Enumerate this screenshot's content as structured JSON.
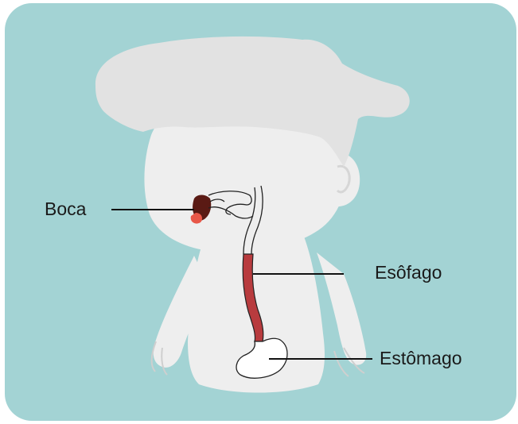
{
  "labels": {
    "boca": "Boca",
    "esofago": "Esôfago",
    "estomago": "Estômago"
  },
  "colors": {
    "background": "#a3d3d4",
    "body": "#eeeeee",
    "hair": "#e2e2e2",
    "mouth": "#5a1a14",
    "tongue": "#e85748",
    "esophagus": "#b83b3e",
    "outline": "#222222",
    "leader_line": "#111111"
  }
}
